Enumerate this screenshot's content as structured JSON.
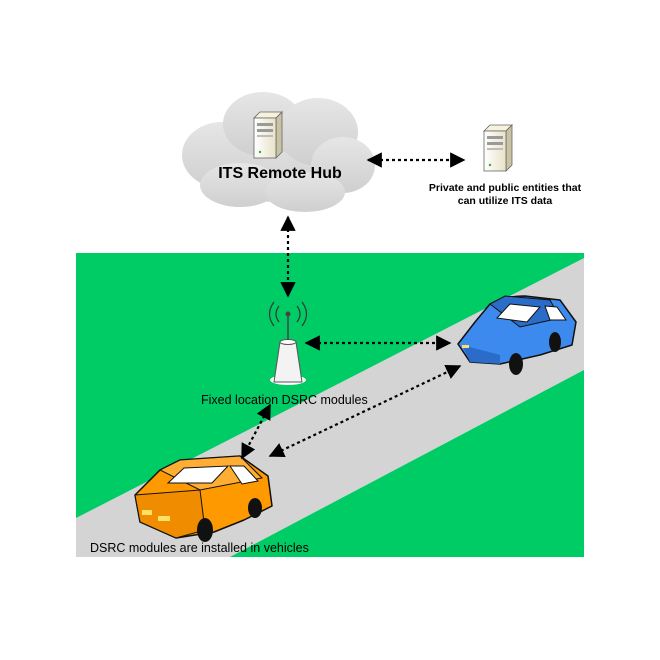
{
  "diagram": {
    "hub_label": "ITS Remote Hub",
    "entities_label": "Private and public entities that can utilize ITS data",
    "rsu_label": "Fixed location DSRC modules",
    "vehicles_label": "DSRC modules are installed in vehicles"
  },
  "colors": {
    "grass": "#00cc66",
    "road": "#d4d4d4",
    "cloud": "#d9d9d9",
    "car_orange": "#ff9900",
    "car_blue": "#3d8aee",
    "link": "#000000"
  },
  "icons": [
    "cloud-icon",
    "server-icon",
    "antenna-icon",
    "car-icon"
  ]
}
